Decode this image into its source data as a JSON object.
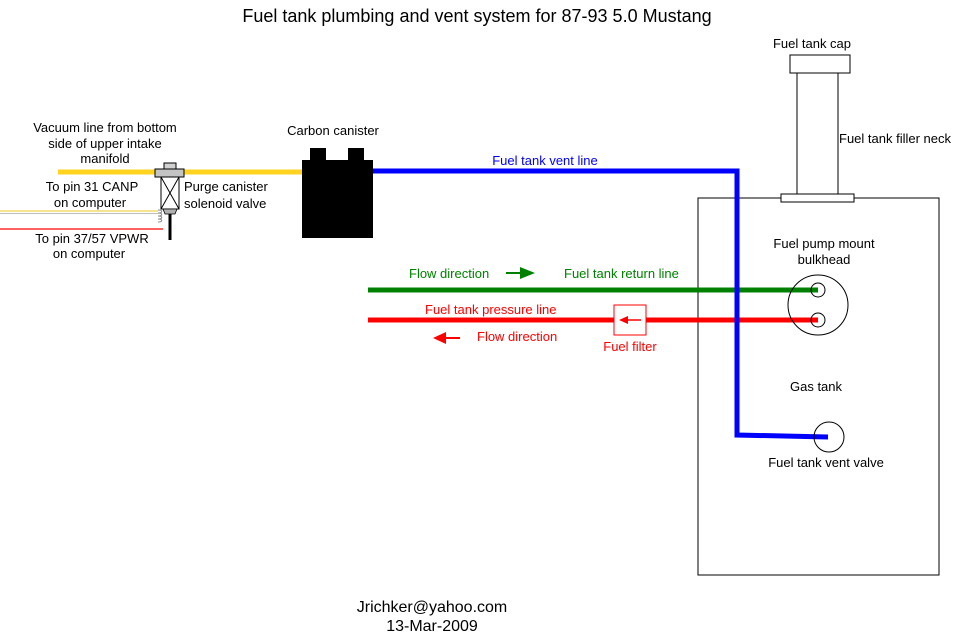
{
  "title": "Fuel tank plumbing and vent system for 87-93 5.0 Mustang",
  "tank": {
    "cap_label": "Fuel tank cap",
    "filler_neck_label": "Fuel tank filler neck",
    "pump_mount_label": [
      "Fuel pump mount",
      "bulkhead"
    ],
    "gas_tank_label": "Gas tank",
    "vent_valve_label": "Fuel tank vent valve"
  },
  "lines": {
    "vent": {
      "label": "Fuel tank vent line",
      "color": "#0000ff"
    },
    "return": {
      "label": "Fuel tank return line",
      "flow_label": "Flow direction",
      "color": "#008000"
    },
    "pressure": {
      "label": "Fuel tank pressure line",
      "flow_label": "Flow direction",
      "color": "#ff0000"
    },
    "vacuum": {
      "label": [
        "Vacuum line from bottom",
        "side of upper intake",
        "manifold"
      ],
      "color": "#ffd320"
    }
  },
  "fuel_filter": {
    "label": "Fuel filter"
  },
  "carbon_canister": {
    "label": "Carbon canister"
  },
  "purge_solenoid": {
    "label": [
      "Purge canister",
      "solenoid valve"
    ]
  },
  "wires": {
    "canp": {
      "label": [
        "To pin 31 CANP",
        "on computer"
      ],
      "color": "#f0dc6e"
    },
    "vpwr": {
      "label": [
        "To pin 37/57 VPWR",
        "on computer"
      ],
      "color": "#ff0000"
    }
  },
  "footer": {
    "email": "Jrichker@yahoo.com",
    "date": "13-Mar-2009"
  }
}
